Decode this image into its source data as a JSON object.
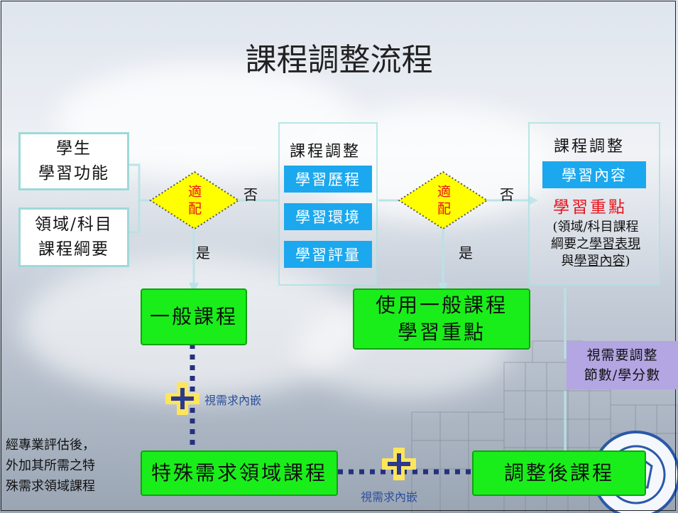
{
  "title": "課程調整流程",
  "left_inputs": {
    "box1": [
      "學生",
      "學習功能"
    ],
    "box2": [
      "領域/科目",
      "課程綱要"
    ]
  },
  "diamond1": {
    "label": "適配",
    "no": "否",
    "yes": "是"
  },
  "panel_mid": {
    "heading": "課程調整",
    "items": [
      "學習歷程",
      "學習環境",
      "學習評量"
    ]
  },
  "diamond2": {
    "label": "適配",
    "no": "否",
    "yes": "是"
  },
  "panel_right": {
    "heading": "課程調整",
    "item": "學習內容",
    "focus": "學習重點",
    "note": {
      "line1": "(領域/科目課程",
      "line2_prefix": "綱要之",
      "line2_underlined": "學習表現",
      "line3_prefix": "與",
      "line3_underlined": "學習內容",
      "line3_suffix": ")"
    }
  },
  "general_course": "一般課程",
  "general_focus": [
    "使用一般課程",
    "學習重點"
  ],
  "purple_note": [
    "視需要調整",
    "節數/學分數"
  ],
  "embed_label_1": "視需求內嵌",
  "embed_label_2": "視需求內嵌",
  "special_note": [
    "經專業評估後，",
    "外加其所需之特",
    "殊需求領域課程"
  ],
  "special_course": "特殊需求領域課程",
  "adjusted_course": "調整後課程",
  "colors": {
    "green": "#1aee1a",
    "blue": "#1ba8ee",
    "diamond": "#ffff00",
    "plus": "#ffe55a",
    "purple": "#b3a6e3",
    "red": "#e8131b"
  }
}
